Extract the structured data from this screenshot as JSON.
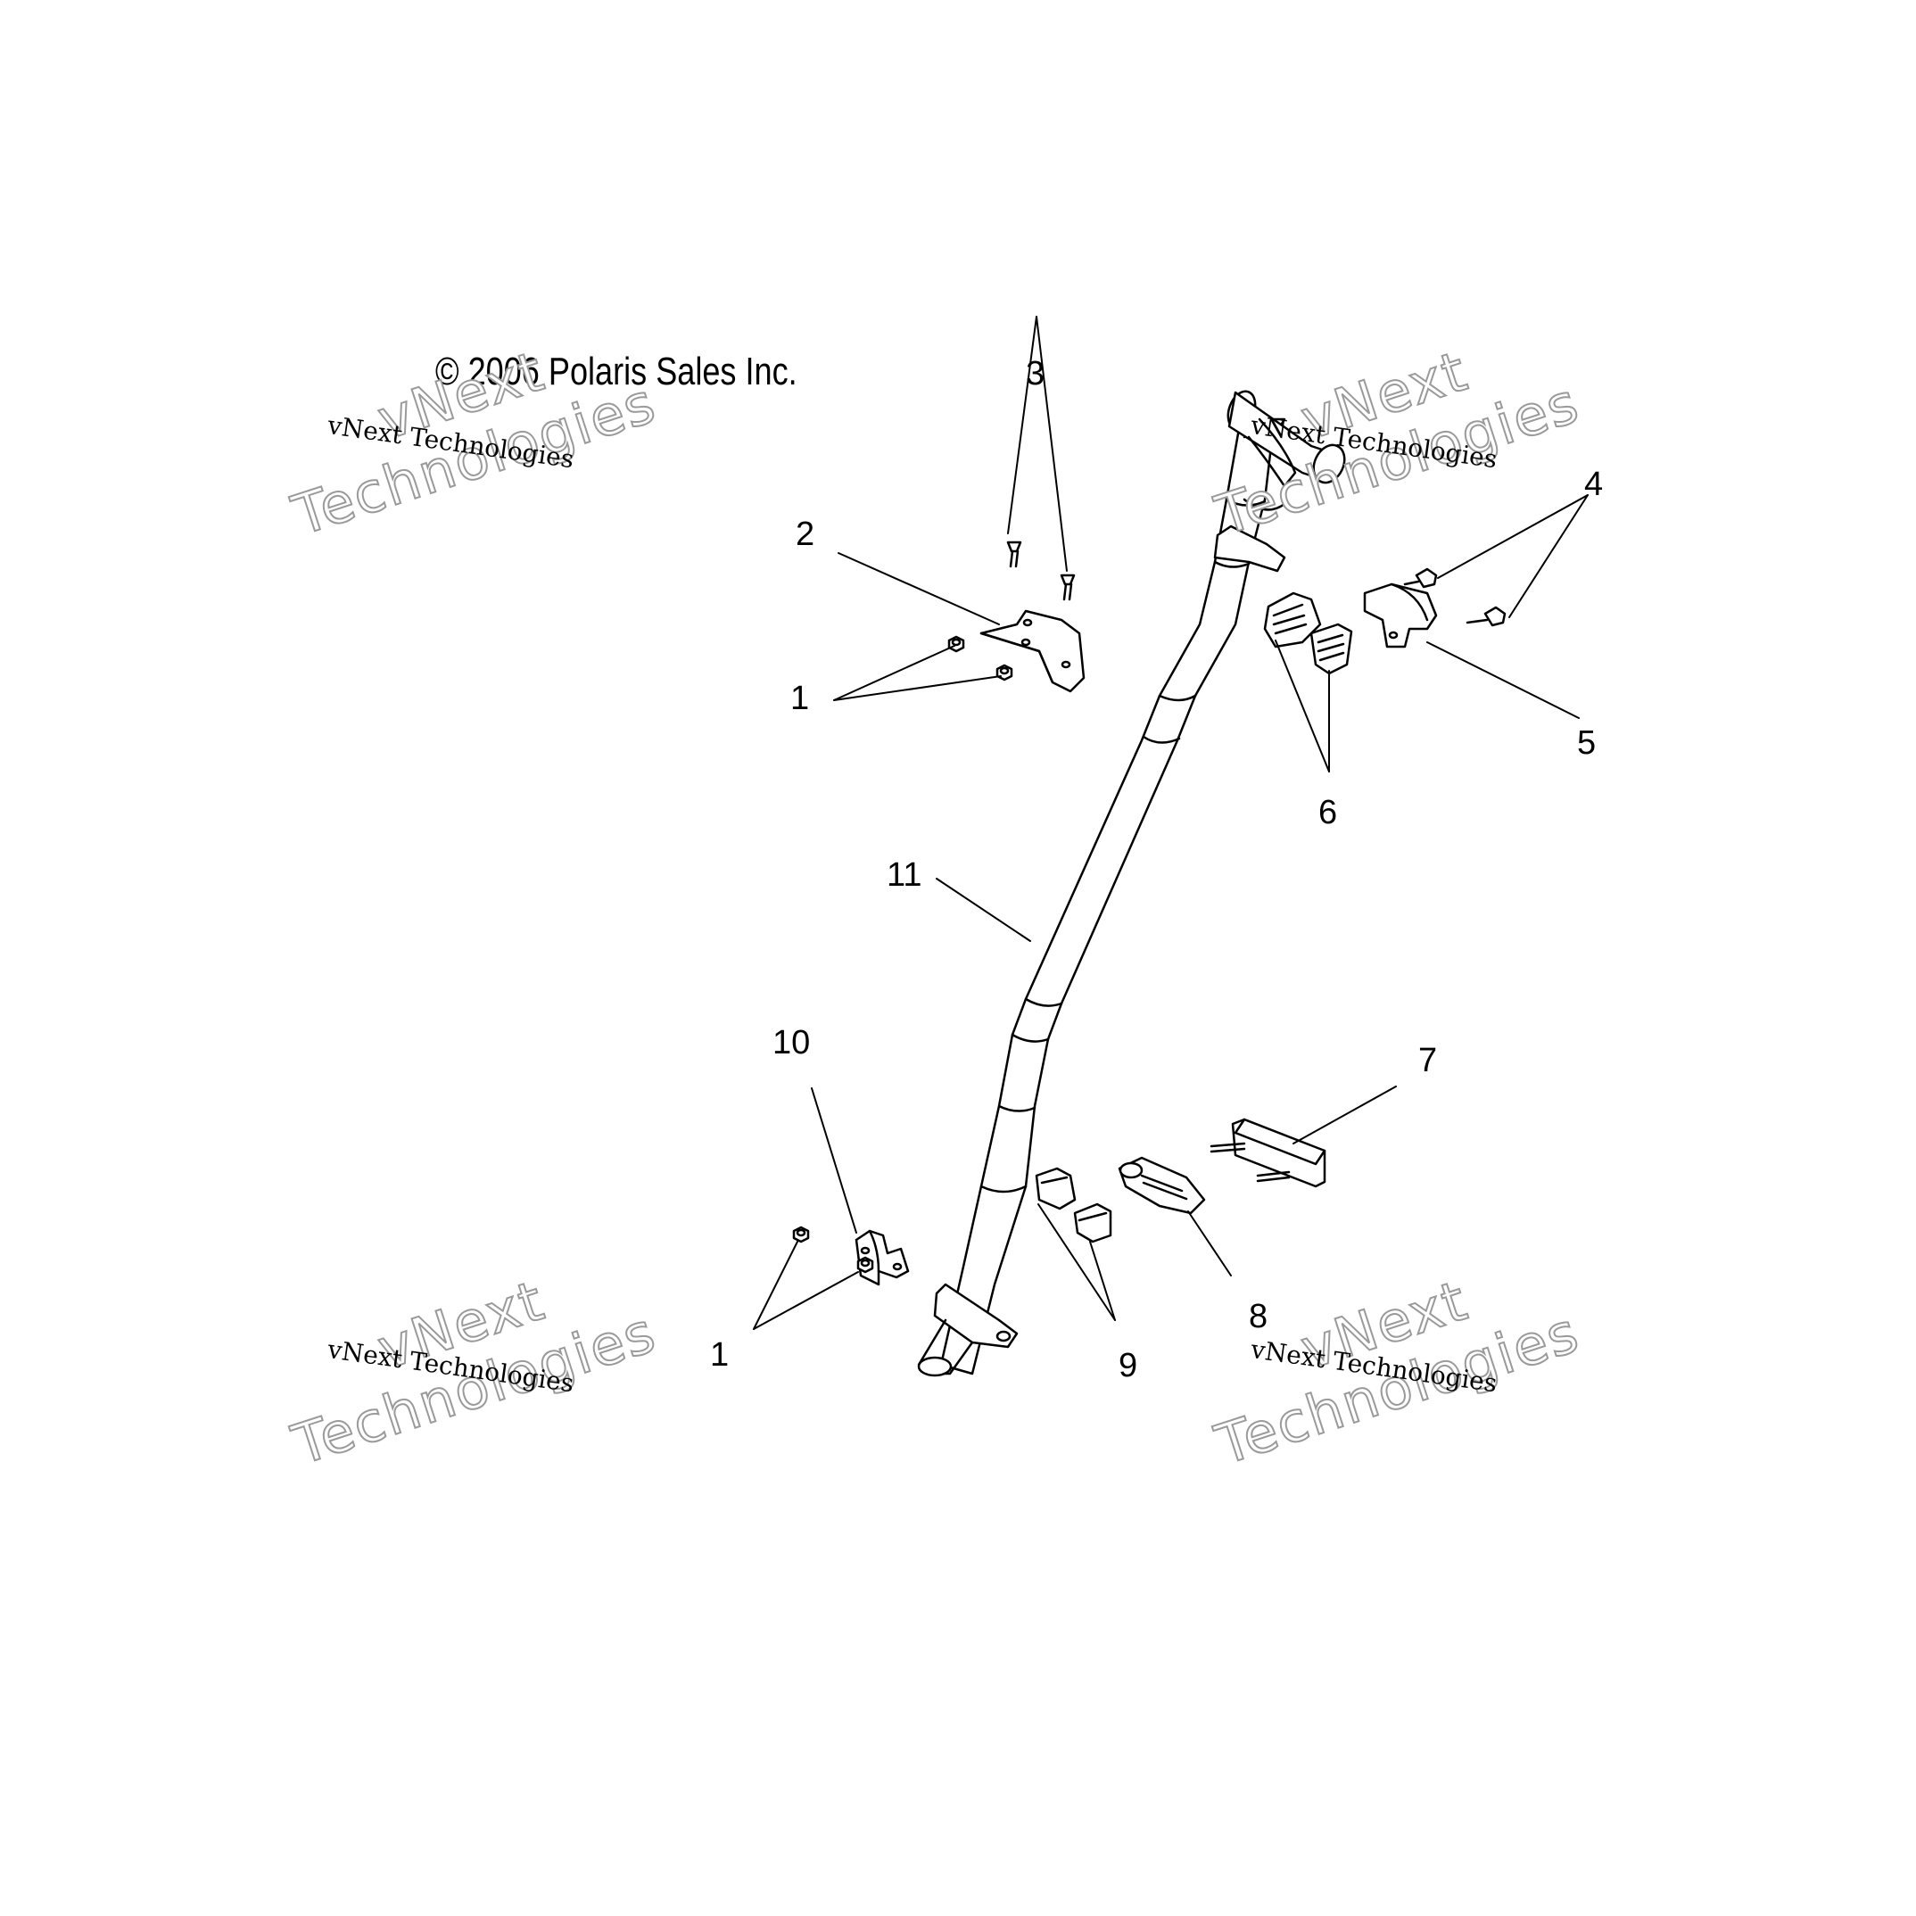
{
  "copyright": "© 2006 Polaris Sales Inc.",
  "watermark": {
    "small_text": "vNext Technologies",
    "big_line1": "vNext",
    "big_line2": "Technologies"
  },
  "callouts": {
    "c1_top": "1",
    "c2": "2",
    "c3": "3",
    "c4": "4",
    "c5": "5",
    "c6": "6",
    "c7": "7",
    "c8": "8",
    "c9": "9",
    "c10": "10",
    "c11": "11",
    "c1_bottom": "1"
  },
  "colors": {
    "line": "#000000",
    "fill": "#ffffff",
    "watermark_outline": "#9a9a9a"
  }
}
